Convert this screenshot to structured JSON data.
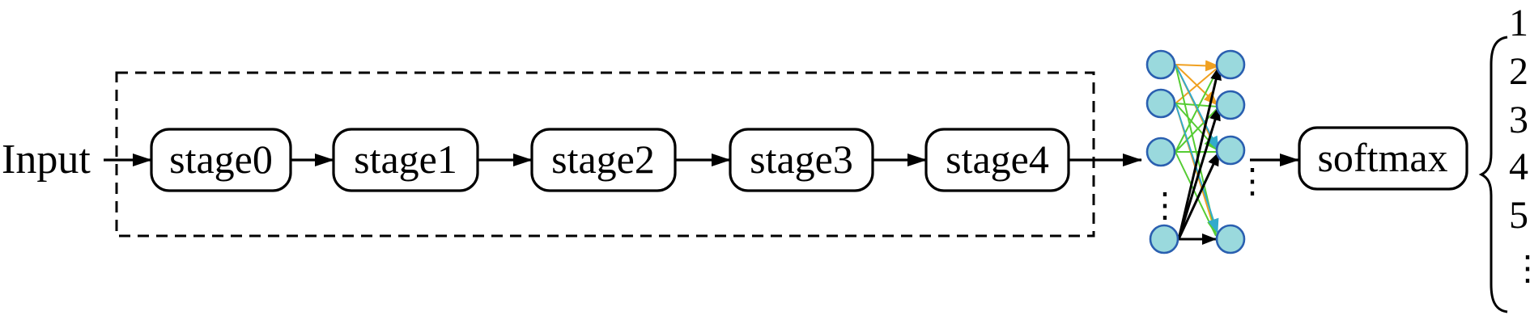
{
  "input_label": "Input",
  "stages": [
    "stage0",
    "stage1",
    "stage2",
    "stage3",
    "stage4"
  ],
  "softmax_label": "softmax",
  "vertical_ellipsis": "⋮",
  "outputs": [
    "1",
    "2",
    "3",
    "4",
    "5",
    "⋮"
  ],
  "colors": {
    "stroke": "#000000",
    "node_fill": "#9ad9dd",
    "node_stroke": "#2a5fb0",
    "edge_orange": "#f0a020",
    "edge_green": "#55cc33",
    "edge_teal": "#33aacc",
    "edge_black": "#000000"
  }
}
